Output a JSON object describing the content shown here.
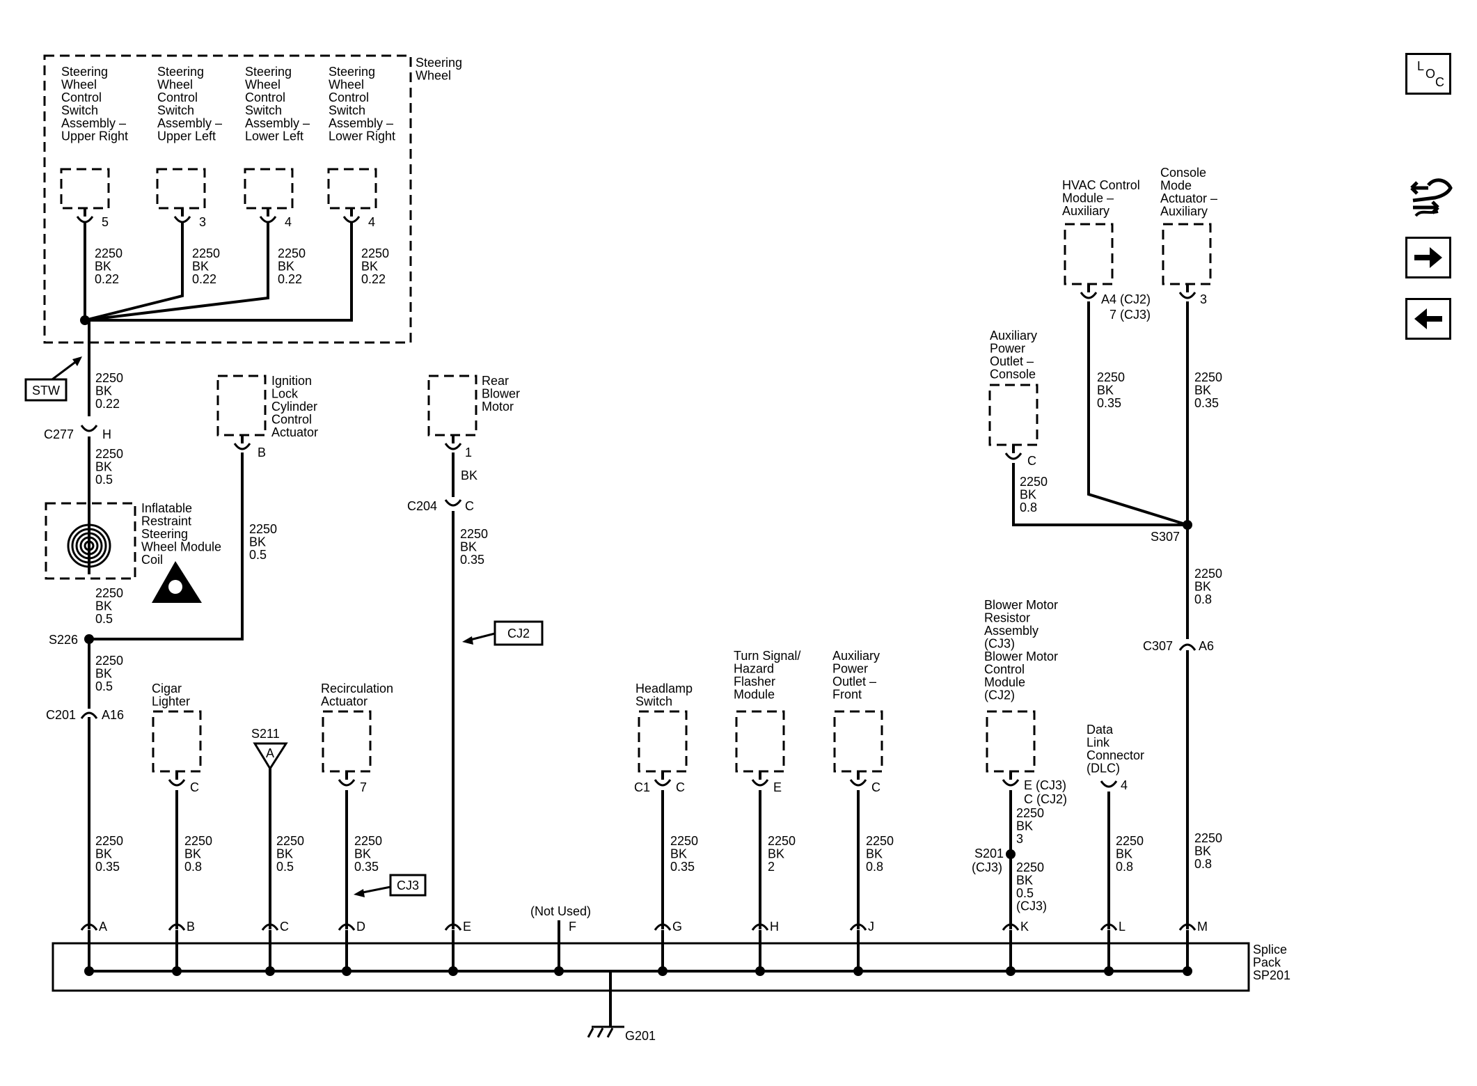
{
  "nav": {
    "loc_letters": [
      "L",
      "O",
      "C"
    ],
    "icons": [
      "loc-icon",
      "wiring-harness-icon",
      "arrow-right-icon",
      "arrow-left-icon"
    ]
  },
  "steering_wheel": {
    "title": [
      "Steering",
      "Wheel"
    ],
    "switches": [
      {
        "name": [
          "Steering",
          "Wheel",
          "Control",
          "Switch",
          "Assembly –",
          "Upper Right"
        ],
        "pin": "5",
        "wire": [
          "2250",
          "BK",
          "0.22"
        ]
      },
      {
        "name": [
          "Steering",
          "Wheel",
          "Control",
          "Switch",
          "Assembly –",
          "Upper Left"
        ],
        "pin": "3",
        "wire": [
          "2250",
          "BK",
          "0.22"
        ]
      },
      {
        "name": [
          "Steering",
          "Wheel",
          "Control",
          "Switch",
          "Assembly –",
          "Lower Left"
        ],
        "pin": "4",
        "wire": [
          "2250",
          "BK",
          "0.22"
        ]
      },
      {
        "name": [
          "Steering",
          "Wheel",
          "Control",
          "Switch",
          "Assembly –",
          "Lower Right"
        ],
        "pin": "4",
        "wire": [
          "2250",
          "BK",
          "0.22"
        ]
      }
    ]
  },
  "labels": {
    "stw": "STW",
    "cj2": "CJ2",
    "cj3": "CJ3",
    "c277": "C277",
    "c277_pin": "H",
    "wire_a_seg1": [
      "2250",
      "BK",
      "0.22"
    ],
    "wire_a_seg2": [
      "2250",
      "BK",
      "0.5"
    ],
    "coil": [
      "Inflatable",
      "Restraint",
      "Steering",
      "Wheel Module",
      "Coil"
    ],
    "wire_a_seg3": [
      "2250",
      "BK",
      "0.5"
    ],
    "s226": "S226",
    "wire_a_seg4": [
      "2250",
      "BK",
      "0.5"
    ],
    "c201": "C201",
    "c201_pin": "A16",
    "wire_a_seg5": [
      "2250",
      "BK",
      "0.35"
    ],
    "ignition": [
      "Ignition",
      "Lock",
      "Cylinder",
      "Control",
      "Actuator"
    ],
    "ignition_pin": "B",
    "ignition_wire": [
      "2250",
      "BK",
      "0.5"
    ],
    "rear_blower": [
      "Rear",
      "Blower",
      "Motor"
    ],
    "rear_blower_pin": "1",
    "rear_blower_wire1": "BK",
    "c204": "C204",
    "c204_pin": "C",
    "rear_blower_wire2": [
      "2250",
      "BK",
      "0.35"
    ],
    "cigar": [
      "Cigar",
      "Lighter"
    ],
    "cigar_pin": "C",
    "cigar_wire": [
      "2250",
      "BK",
      "0.8"
    ],
    "s211": "S211",
    "s211_letter": "A",
    "s211_wire": [
      "2250",
      "BK",
      "0.5"
    ],
    "recirc": [
      "Recirculation",
      "Actuator"
    ],
    "recirc_pin": "7",
    "recirc_wire": [
      "2250",
      "BK",
      "0.35"
    ],
    "not_used": "(Not Used)",
    "headlamp": [
      "Headlamp",
      "Switch"
    ],
    "headlamp_c1": "C1",
    "headlamp_pin": "C",
    "headlamp_wire": [
      "2250",
      "BK",
      "0.35"
    ],
    "turn": [
      "Turn Signal/",
      "Hazard",
      "Flasher",
      "Module"
    ],
    "turn_pin": "E",
    "turn_wire": [
      "2250",
      "BK",
      "2"
    ],
    "aux_front": [
      "Auxiliary",
      "Power",
      "Outlet –",
      "Front"
    ],
    "aux_front_pin": "C",
    "aux_front_wire": [
      "2250",
      "BK",
      "0.8"
    ],
    "blower": [
      "Blower Motor",
      "Resistor",
      "Assembly",
      "(CJ3)",
      "Blower Motor",
      "Control",
      "Module",
      "(CJ2)"
    ],
    "blower_pin1": "E (CJ3)",
    "blower_pin2": "C (CJ2)",
    "blower_wire1": [
      "2250",
      "BK",
      "3"
    ],
    "s201": "S201",
    "s201_sub": "(CJ3)",
    "blower_wire2": [
      "2250",
      "BK",
      "0.5",
      "(CJ3)"
    ],
    "dlc": [
      "Data",
      "Link",
      "Connector",
      "(DLC)"
    ],
    "dlc_pin": "4",
    "dlc_wire": [
      "2250",
      "BK",
      "0.8"
    ],
    "aux_console": [
      "Auxiliary",
      "Power",
      "Outlet –",
      "Console"
    ],
    "aux_console_pin": "C",
    "aux_console_wire": [
      "2250",
      "BK",
      "0.8"
    ],
    "hvac": [
      "HVAC Control",
      "Module –",
      "Auxiliary"
    ],
    "hvac_pin1": "A4 (CJ2)",
    "hvac_pin2": "7 (CJ3)",
    "hvac_wire": [
      "2250",
      "BK",
      "0.35"
    ],
    "console_mode": [
      "Console",
      "Mode",
      "Actuator –",
      "Auxiliary"
    ],
    "console_mode_pin": "3",
    "console_mode_wire": [
      "2250",
      "BK",
      "0.35"
    ],
    "s307": "S307",
    "m_wire1": [
      "2250",
      "BK",
      "0.8"
    ],
    "c307": "C307",
    "c307_pin": "A6",
    "m_wire2": [
      "2250",
      "BK",
      "0.8"
    ],
    "splice_pack": [
      "Splice",
      "Pack",
      "SP201"
    ],
    "g201": "G201",
    "splice_pins": [
      "A",
      "B",
      "C",
      "D",
      "E",
      "F",
      "G",
      "H",
      "J",
      "K",
      "L",
      "M"
    ]
  }
}
